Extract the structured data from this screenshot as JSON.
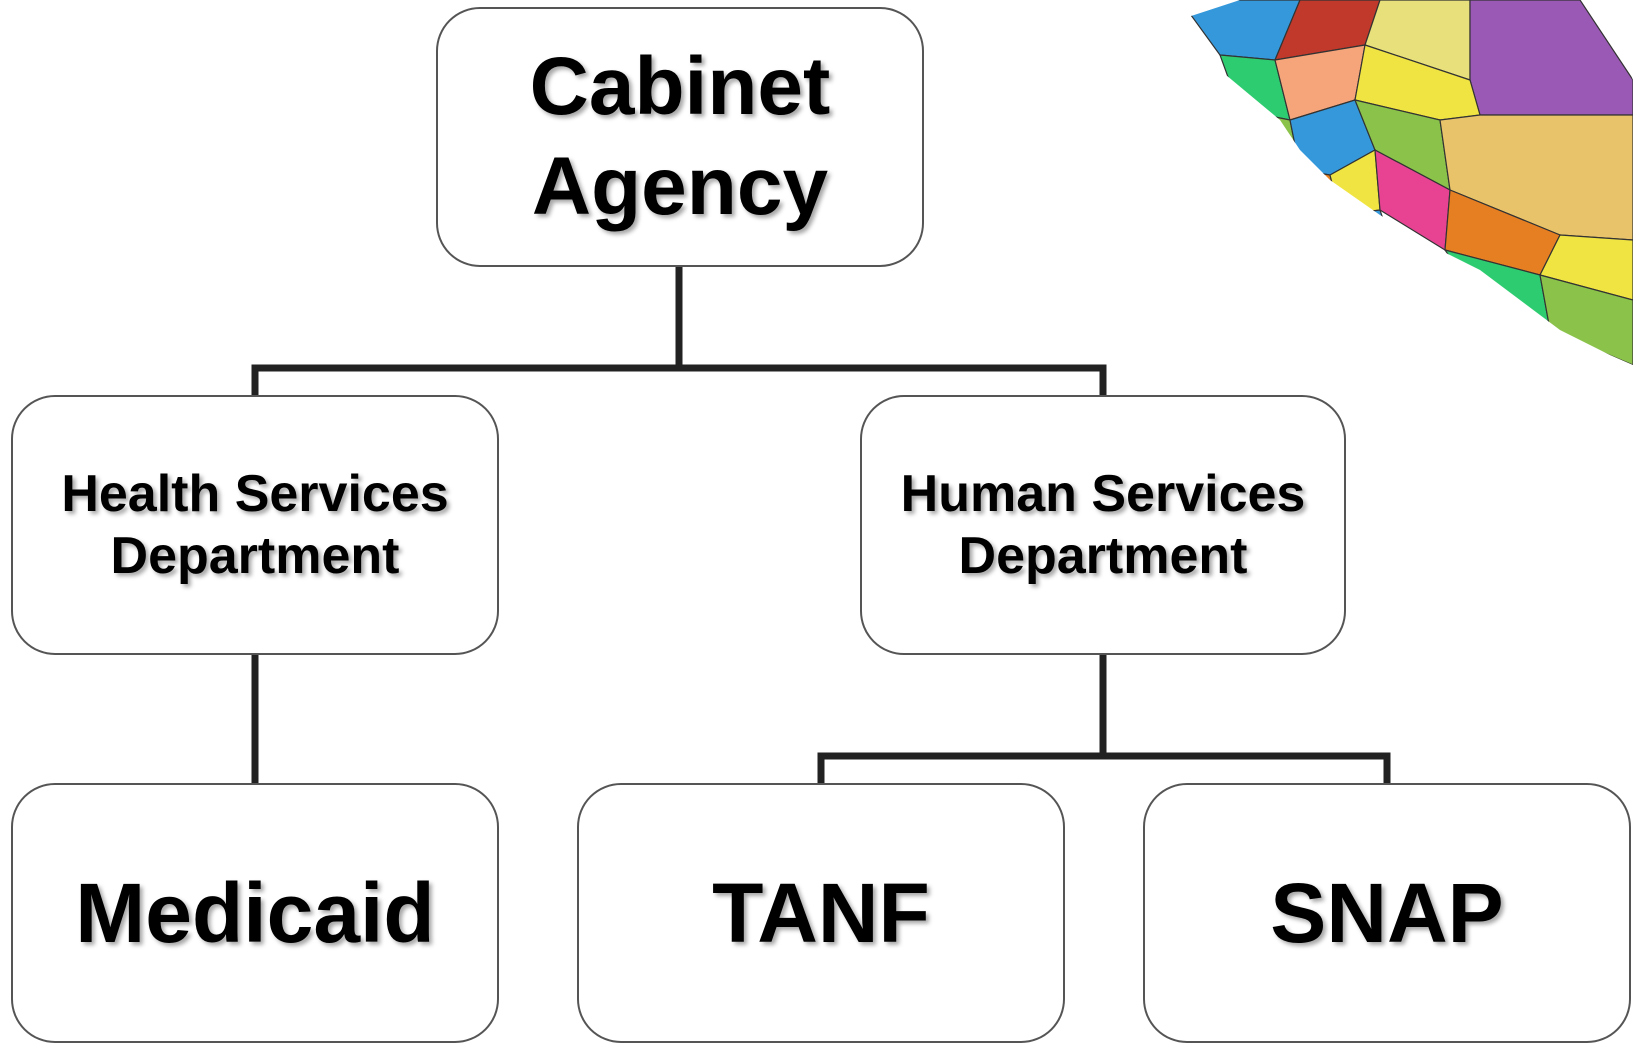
{
  "diagram": {
    "root": {
      "lines": [
        "Cabinet",
        "Agency"
      ]
    },
    "departments": [
      {
        "lines": [
          "Health Services",
          "Department"
        ]
      },
      {
        "lines": [
          "Human Services",
          "Department"
        ]
      }
    ],
    "programs": [
      {
        "label": "Medicaid",
        "parent": "Health Services Department"
      },
      {
        "label": "TANF",
        "parent": "Human Services Department"
      },
      {
        "label": "SNAP",
        "parent": "Human Services Department"
      }
    ]
  },
  "decoration": {
    "image": "state-county-map-icon",
    "colors": [
      "#9b59b6",
      "#8bc34a",
      "#e8c36a",
      "#f0e442",
      "#e67e22",
      "#e84393",
      "#3498db",
      "#f6a57a",
      "#2ecc71",
      "#c0392b"
    ]
  },
  "colors": {
    "box_border": "#555555",
    "connector": "#222222",
    "text": "#000000",
    "background": "#ffffff"
  }
}
